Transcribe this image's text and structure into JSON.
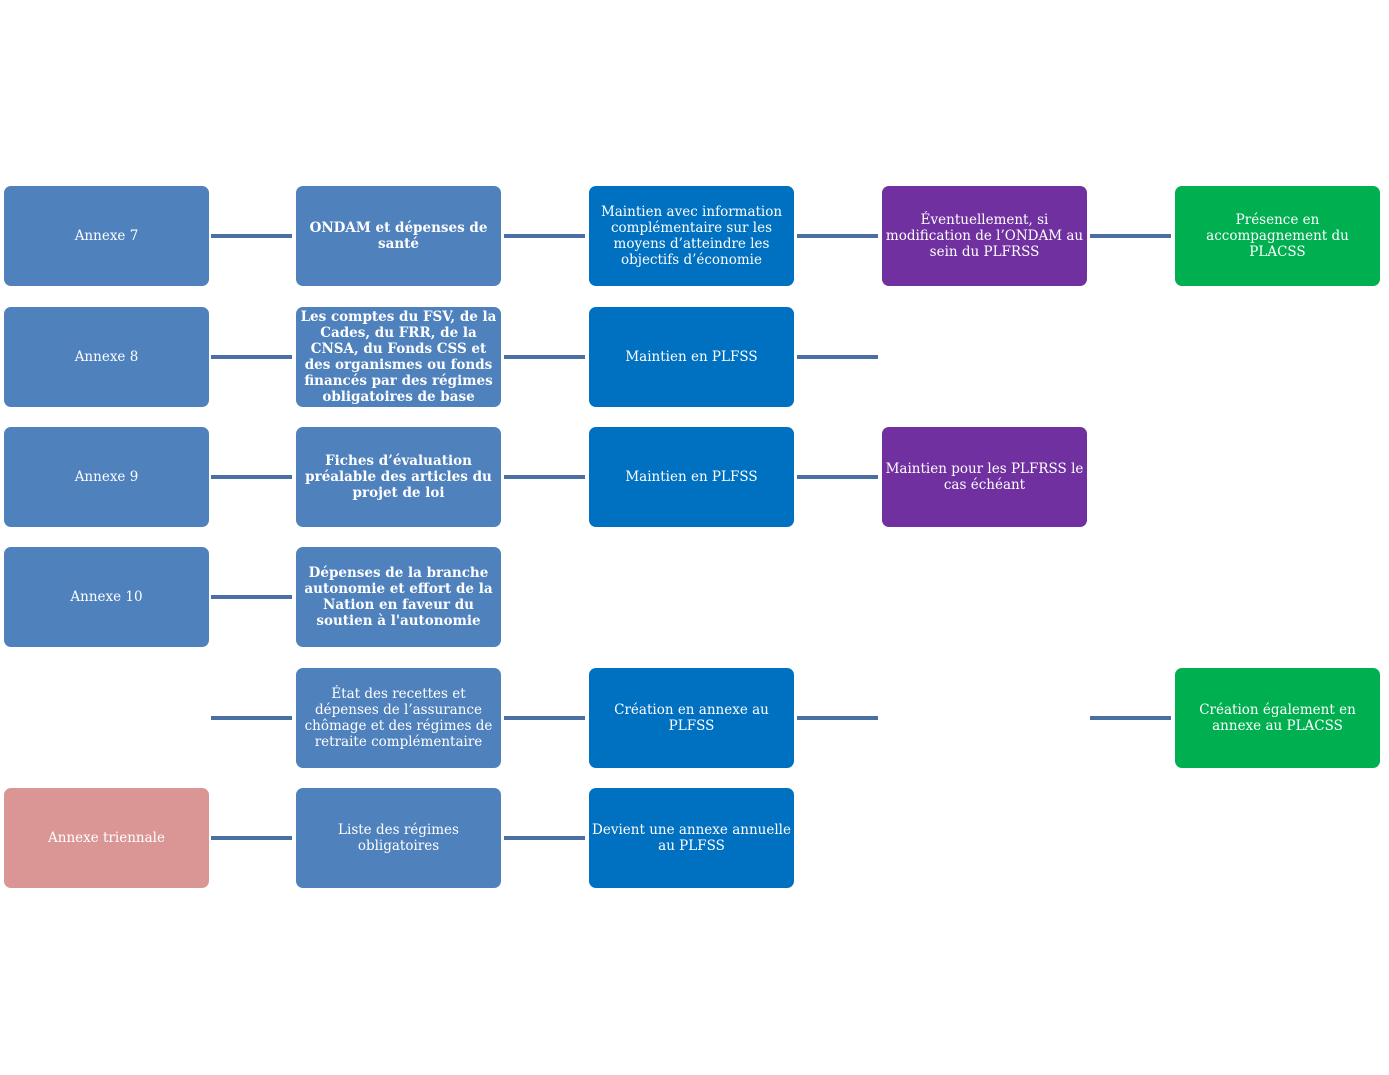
{
  "colors": {
    "steel_blue": "#4f81bd",
    "blue": "#0070c0",
    "purple": "#7030a0",
    "green": "#00b050",
    "pink": "#da9694",
    "connector": "#4a6fa5"
  },
  "rows": [
    {
      "annexe": "Annexe 7",
      "contenu": "ONDAM et dépenses de santé",
      "plfss": "Maintien  avec information complémentaire sur les moyens d’atteindre les objectifs d’économie",
      "plfrss": "Éventuellement, si modification de l’ONDAM au sein du PLFRSS",
      "placss": "Présence en accompagnement du PLACSS"
    },
    {
      "annexe": "Annexe 8",
      "contenu": "Les comptes du FSV, de la Cades, du FRR, de la CNSA, du Fonds CSS et des organismes ou fonds financés par des régimes obligatoires de base",
      "plfss": "Maintien en PLFSS"
    },
    {
      "annexe": "Annexe 9",
      "contenu": "Fiches d’évaluation préalable des articles du projet de loi",
      "plfss": "Maintien en PLFSS",
      "plfrss": "Maintien pour les PLFRSS le cas échéant"
    },
    {
      "annexe": "Annexe 10",
      "contenu": "Dépenses de la branche autonomie et effort de la Nation en faveur du soutien à l'autonomie"
    },
    {
      "contenu": "État des recettes et dépenses de l’assurance chômage et des régimes de retraite complémentaire",
      "plfss": "Création en annexe au PLFSS",
      "placss": "Création également en annexe au PLACSS"
    },
    {
      "annexe": "Annexe triennale",
      "contenu": "Liste des régimes obligatoires",
      "plfss": "Devient une annexe annuelle au PLFSS"
    }
  ]
}
